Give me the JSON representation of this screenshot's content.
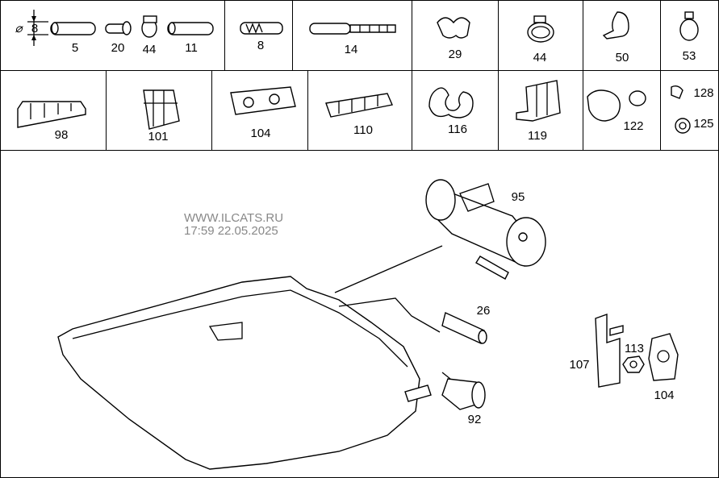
{
  "dimension": {
    "symbol": "⌀",
    "value": "8"
  },
  "top_row_labels": [
    "5",
    "20",
    "44",
    "11",
    "8",
    "14",
    "29",
    "44",
    "50",
    "53"
  ],
  "second_row_labels": [
    "98",
    "101",
    "104",
    "110",
    "116",
    "119",
    "122",
    "128",
    "125"
  ],
  "main_labels": [
    "95",
    "26",
    "92",
    "107",
    "113",
    "104"
  ],
  "watermark": {
    "site": "WWW.ILCATS.RU",
    "timestamp": "17:59 22.05.2025"
  }
}
